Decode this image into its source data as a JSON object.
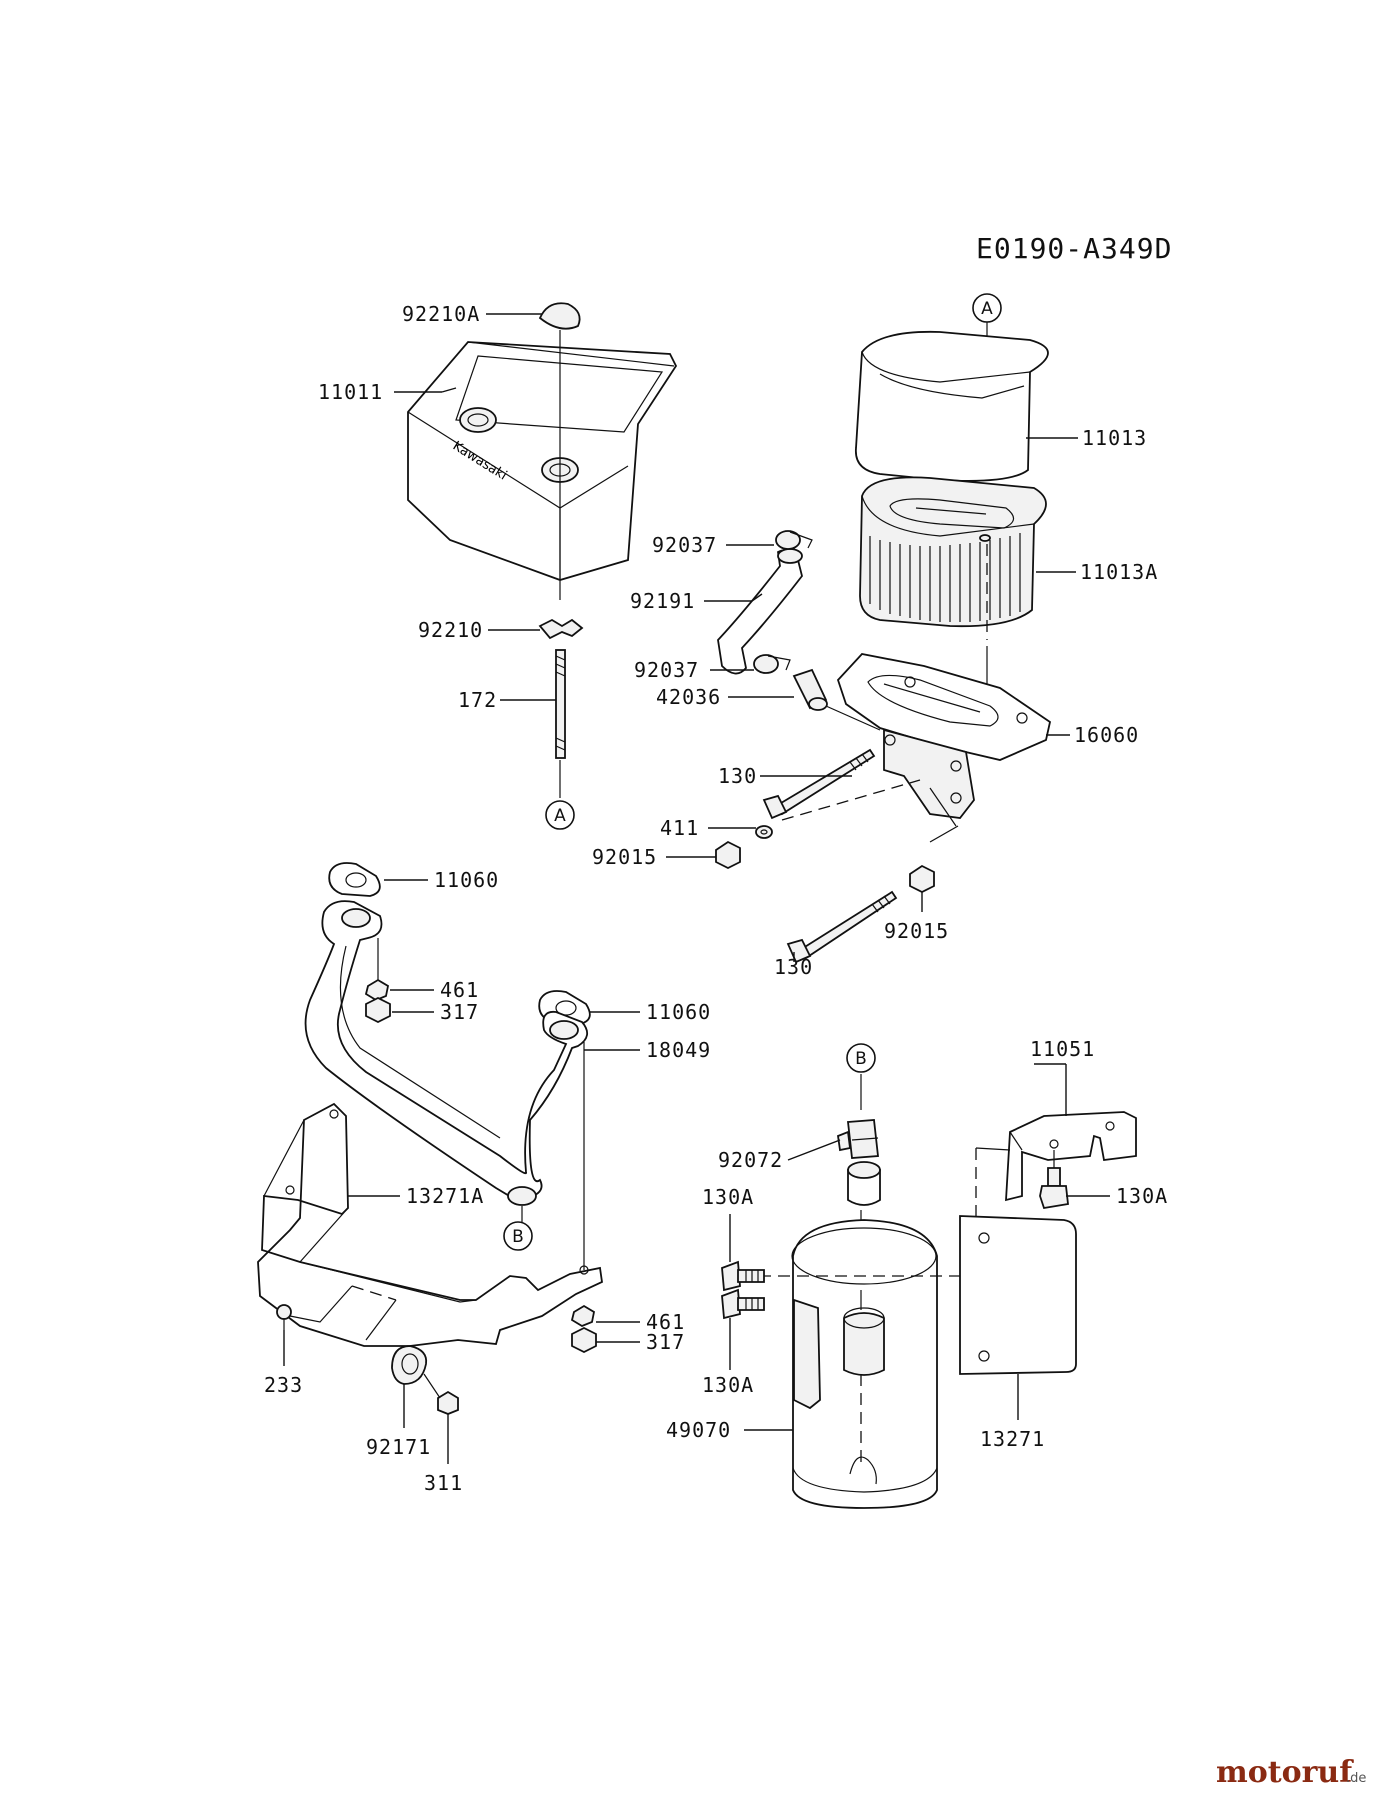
{
  "diagram_code": "E0190-A349D",
  "labels": {
    "p92210A": "92210A",
    "p11011": "11011",
    "p92210": "92210",
    "p172": "172",
    "p11013": "11013",
    "p11013A": "11013A",
    "p92037a": "92037",
    "p92191": "92191",
    "p92037b": "92037",
    "p42036": "42036",
    "p16060": "16060",
    "p130a": "130",
    "p411": "411",
    "p92015a": "92015",
    "p92015b": "92015",
    "p130b": "130",
    "p11060a": "11060",
    "p461a": "461",
    "p317a": "317",
    "p11060b": "11060",
    "p18049": "18049",
    "p13271A": "13271A",
    "p233": "233",
    "p92171": "92171",
    "p311": "311",
    "p461b": "461",
    "p317b": "317",
    "p11051": "11051",
    "p92072": "92072",
    "p130Aa": "130A",
    "p130Ab": "130A",
    "p130Ac": "130A",
    "p49070": "49070",
    "p13271": "13271"
  },
  "refs": {
    "a1": "A",
    "a2": "A",
    "b1": "B",
    "b2": "B"
  },
  "cover_logo": "Kawasaki",
  "watermark": {
    "brand": "motoruf",
    "suffix": ".de",
    "brand_color": "#8a2a12",
    "suffix_color": "#555555"
  }
}
